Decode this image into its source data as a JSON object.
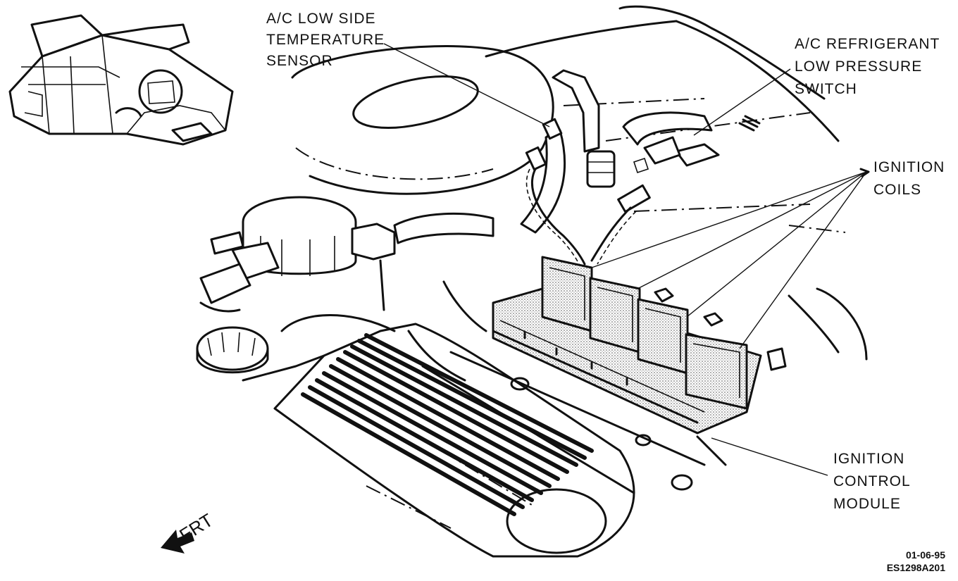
{
  "figure": {
    "labels": {
      "ac_low_side_sensor": [
        "A/C LOW SIDE",
        "TEMPERATURE",
        "SENSOR"
      ],
      "ac_low_pressure_switch": [
        "A/C REFRIGERANT",
        "LOW PRESSURE",
        "SWITCH"
      ],
      "ignition_coils": [
        "IGNITION",
        "COILS"
      ],
      "ignition_control_module": [
        "IGNITION",
        "CONTROL",
        "MODULE"
      ]
    },
    "direction_label": "FRT",
    "reference_codes": [
      "01-06-95",
      "ES1298A201"
    ]
  }
}
